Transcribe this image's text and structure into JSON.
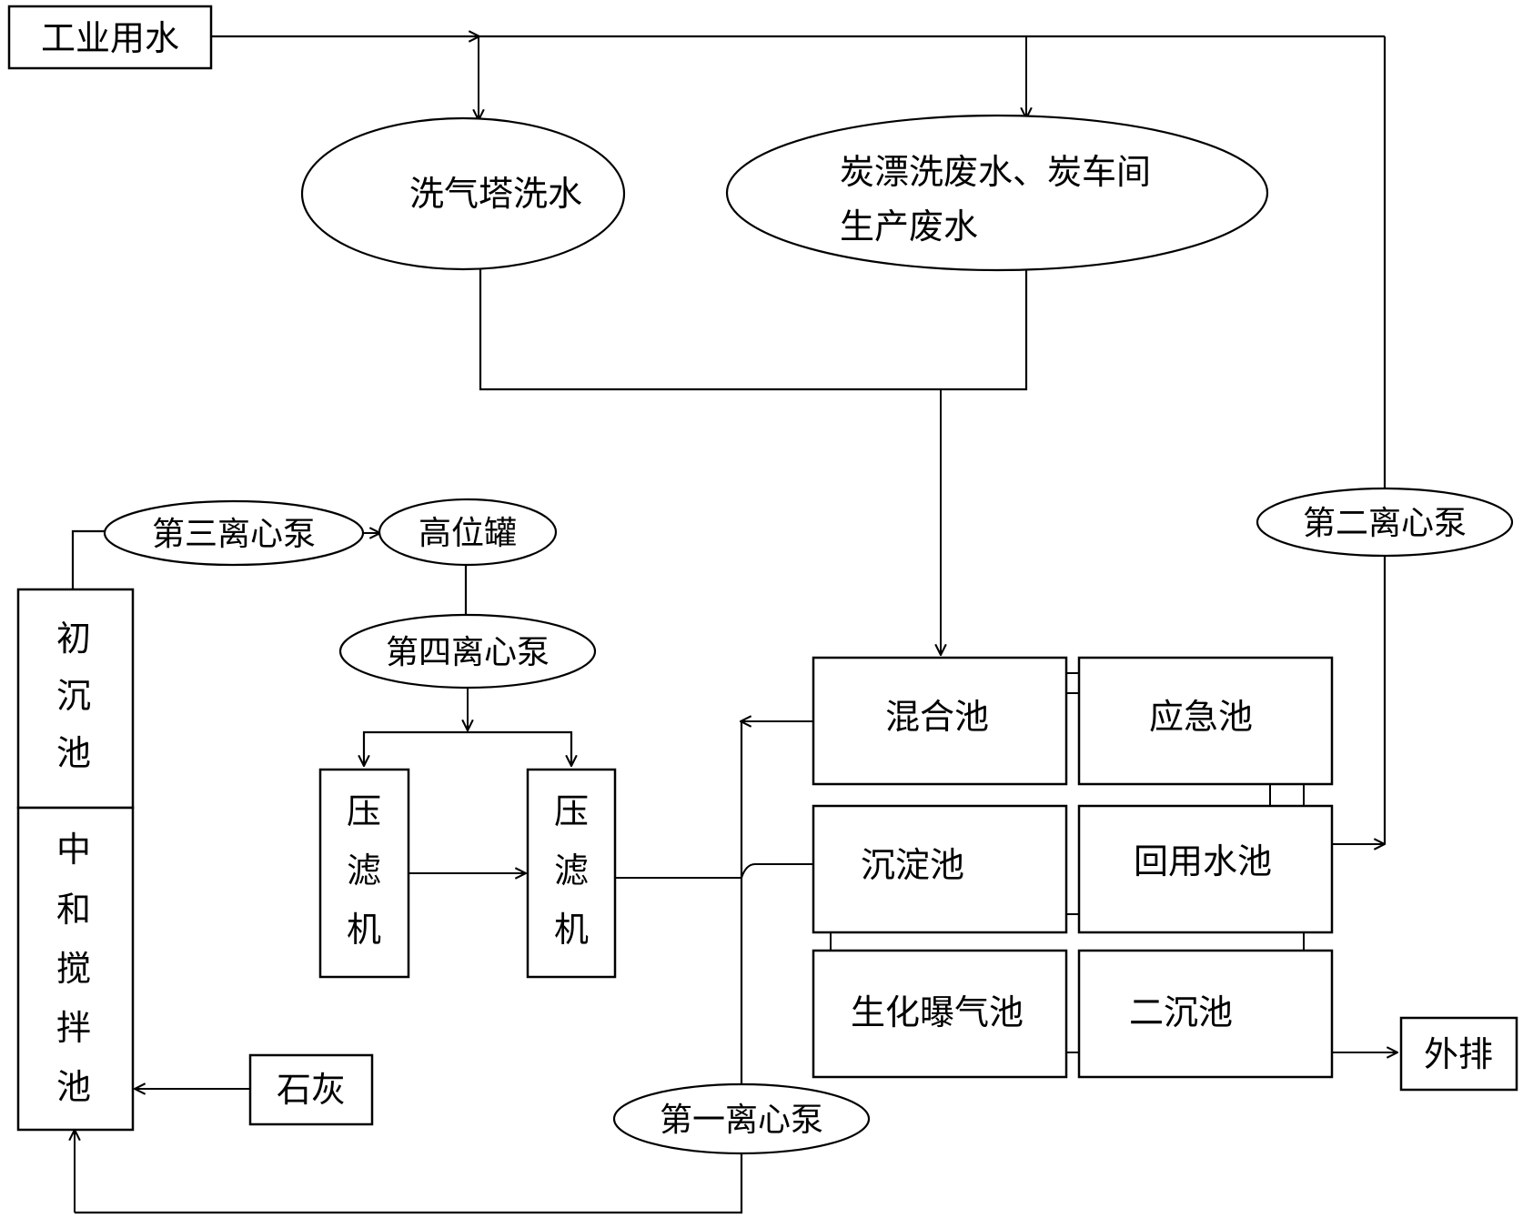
{
  "nodes": {
    "industrial_water": "工业用水",
    "scrubber_wash": "洗气塔洗水",
    "carbon_wastewater_line1": "炭漂洗废水、炭车间",
    "carbon_wastewater_line2": "生产废水",
    "pump3": "第三离心泵",
    "high_tank": "高位罐",
    "pump4": "第四离心泵",
    "pump2": "第二离心泵",
    "pump1": "第一离心泵",
    "primary_sed": [
      "初",
      "沉",
      "池"
    ],
    "neutral_tank": [
      "中",
      "和",
      "搅",
      "拌",
      "池"
    ],
    "filter_press_1": [
      "压",
      "滤",
      "机"
    ],
    "filter_press_2": [
      "压",
      "滤",
      "机"
    ],
    "lime": "石灰",
    "mixing_pool": "混合池",
    "emergency_pool": "应急池",
    "settling_pool": "沉淀池",
    "reuse_pool": "回用水池",
    "bio_aeration": "生化曝气池",
    "secondary_sed": "二沉池",
    "discharge": "外排"
  }
}
